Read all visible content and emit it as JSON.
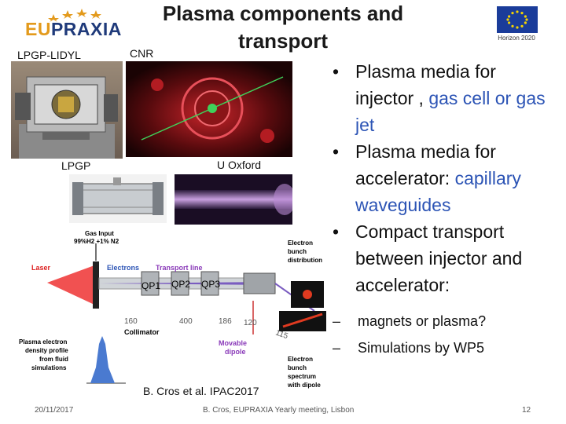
{
  "header": {
    "logo_prefix": "EU",
    "logo_suffix": "PRAXIA",
    "title_line1": "Plasma components and",
    "title_line2": "transport",
    "horizon": "Horizon 2020"
  },
  "photos": {
    "label_lidyl": "LPGP-LIDYL",
    "label_cnr": "CNR",
    "label_lpgp": "LPGP",
    "label_oxford": "U Oxford"
  },
  "bullets": [
    {
      "pre": "Plasma media for injector , ",
      "hl": "gas cell or gas jet"
    },
    {
      "pre": "Plasma media for accelerator: ",
      "hl": "capillary waveguides"
    },
    {
      "pre": "Compact transport between injector and accelerator:",
      "hl": ""
    }
  ],
  "sub_bullets": [
    "magnets or plasma?",
    "Simulations by WP5"
  ],
  "diagram": {
    "gas_input_l1": "Gas Input",
    "gas_input_l2": "99%H2 +1% N2",
    "laser": "Laser",
    "electrons": "Electrons",
    "transport_line": "Transport line",
    "qp1": "QP1",
    "qp2": "QP2",
    "qp3": "QP3",
    "d160": "160",
    "d400": "400",
    "d186": "186",
    "d120": "120",
    "d115": "115",
    "collimator": "Collimator",
    "movable_l1": "Movable",
    "movable_l2": "dipole",
    "density_l1": "Plasma electron",
    "density_l2": "density profile",
    "density_l3": "from fluid",
    "density_l4": "simulations",
    "bunch_l1": "Electron",
    "bunch_l2": "bunch",
    "bunch_l3": "distribution",
    "spec_l1": "Electron",
    "spec_l2": "bunch",
    "spec_l3": "spectrum",
    "spec_l4": "with dipole"
  },
  "citation": "B. Cros et al. IPAC2017",
  "footer": {
    "date": "20/11/2017",
    "center": "B. Cros, EUPRAXIA Yearly meeting, Lisbon",
    "page": "12"
  }
}
